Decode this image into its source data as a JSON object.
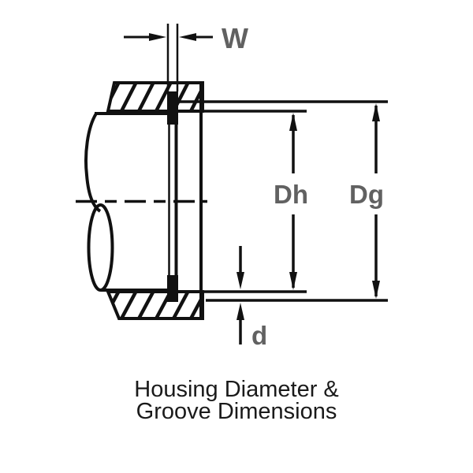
{
  "diagram": {
    "labels": {
      "groove_width": "W",
      "housing_diameter": "Dh",
      "groove_diameter": "Dg",
      "groove_depth": "d"
    },
    "caption": {
      "line1": "Housing Diameter &",
      "line2": "Groove Dimensions"
    },
    "colors": {
      "line": "#111111",
      "dimension_label": "#616161",
      "caption": "#1a1a1a",
      "background": "#ffffff"
    }
  }
}
